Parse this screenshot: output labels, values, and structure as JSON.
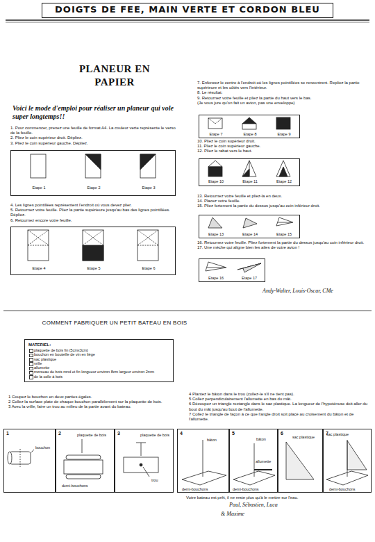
{
  "diagram": {
    "title": "DOIGTS DE FEE, MAIN VERTE ET CORDON BLEU",
    "nodes": [
      {
        "text": [
          "Etape 1",
          "Etape 2",
          "Etape 3"
        ]
      },
      {
        "text": [
          "Etape 4",
          "Etape 5",
          "Etape 6"
        ]
      },
      {
        "text": [
          "Etape 7",
          "Etape 8",
          "Etape 9"
        ]
      },
      {
        "text": [
          "Etape 10",
          "Etape 11",
          "Etape 12"
        ]
      },
      {
        "text": [
          "Etape 13",
          "Etape 14",
          "Etape 15"
        ]
      },
      {
        "text": [
          "Etape 16",
          "Etape 17"
        ]
      },
      {
        "text": [
          "MATERIEL:",
          "plaquette de bois fin (5cmx3cm)",
          "bouchon en bouteille de vin en liège",
          "sac plastique",
          "vrille",
          "allumette",
          "morceau de bois rond et fin longueur environ 8cm largeur environ 2mm",
          "de la colle à bois"
        ]
      },
      {
        "text": [
          "1",
          "bouchon"
        ]
      },
      {
        "text": [
          "2",
          "plaquette de bois",
          "demi-bouchons"
        ]
      },
      {
        "text": [
          "3",
          "plaquette de bois",
          "trou"
        ]
      },
      {
        "text": [
          "4",
          "bâton",
          "demi-bouchons"
        ]
      },
      {
        "text": [
          "5",
          "bâton",
          "allumette",
          "demi-bouchons"
        ]
      },
      {
        "text": [
          "6",
          "sac plastique"
        ]
      },
      {
        "text": [
          "7",
          "sac plastique",
          "demi-bouchons"
        ]
      }
    ],
    "labels": [
      "PLANEUR EN PAPIER",
      "Voici le mode d'emploi pour réaliser un planeur qui vole super longtemps!!",
      "1. Pour commencer, prenez une feuille de format A4. La couleur verte représente le verso de la feuille.",
      "2. Pliez le coin supérieur droit. Dépliez.",
      "3. Pliez le coin supérieur gauche. Dépliez.",
      "4. Les lignes pointillées représentent l'endroit où vous devez plier.",
      "5. Retournez votre feuille. Pliez la partie supérieure jusqu'au bas des lignes pointillées. Dépliez.",
      "6. Retournez encore votre feuille.",
      "7. Enfoncez le centre à l'endroit où les lignes pointillées se rencontrent. Repliez la partie supérieure et les côtés vers l'intérieur.",
      "8. Le résultat:",
      "9. Retournez votre feuille et pliez la partie du haut vers le bas.",
      "(Je vous jure qu'on fait un avion, pas une enveloppe)",
      "10. Pliez le coin supérieur droit.",
      "11. Pliez le coin supérieur gauche.",
      "12. Pliez le rabat vers le haut.",
      "13. Retournez votre feuille et pliez-la en deux.",
      "14. Placez votre feuille.",
      "15. Pliez fortement la partie du dessus jusqu'au coin inférieur droit.",
      "16. Retournez votre feuille. Pliez fortement la partie du dessus jusqu'au coin inférieur droit.",
      "17. Une mèche qui aligne bien les ailes de votre avion !",
      "Andy-Walter, Louis-Oscar, CMe",
      "COMMENT FABRIQUER UN PETIT BATEAU EN BOIS",
      "1 Coupez le bouchon en deux parties égales.",
      "2 Collez la surface plate de chaque bouchon parallèlement sur la plaquette de bois.",
      "3 Avec la vrille, faire un trou au milieu de la partie avant du bateau.",
      "4 Plantez le bâton dans le trou (collez-le s'il ne tient pas).",
      "5 Collez perpendiculairement l'allumette en bas du mât.",
      "6 Découpez un triangle rectangle dans le sac plastique. La longueur de l'hypoténuse doit aller du bout du mât jusqu'au bout de l'allumette.",
      "7 Collez le triangle de façon à ce que l'angle droit soit placé au croisement du bâton et de l'allumette.",
      "Votre bateau est prêt, il ne reste plus qu'à le mettre sur l'eau.",
      "Paul, Sébastien, Luca",
      "& Maxime"
    ]
  }
}
